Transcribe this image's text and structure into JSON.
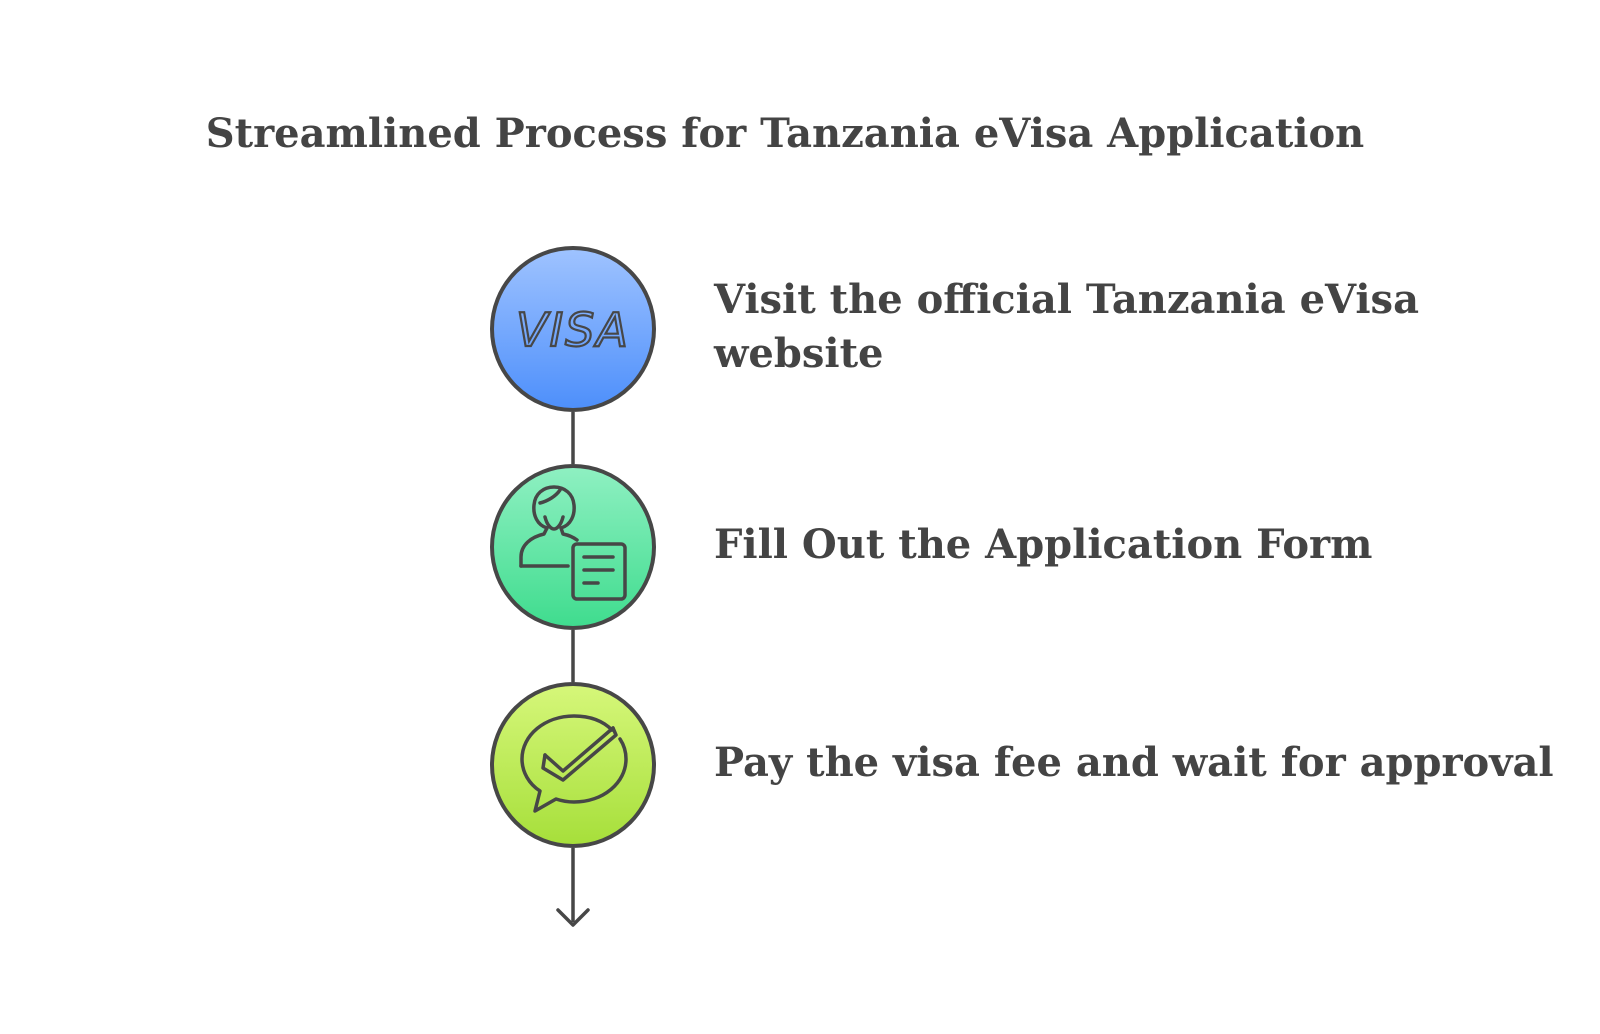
{
  "title": "Streamlined Process for Tanzania eVisa Application",
  "steps": [
    {
      "icon": "visa-icon",
      "icon_text": "VISA",
      "label_line1": "Visit the official Tanzania eVisa",
      "label_line2": "website",
      "color_top": "#9fc3ff",
      "color_bottom": "#4d8ffb"
    },
    {
      "icon": "person-form-icon",
      "label_line1": "Fill Out the Application Form",
      "color_top": "#8ff0c2",
      "color_bottom": "#3fdc8e"
    },
    {
      "icon": "chat-check-icon",
      "label_line1": "Pay the visa fee and wait for approval",
      "color_top": "#d6f77a",
      "color_bottom": "#a6df3a"
    }
  ],
  "colors": {
    "stroke": "#474747",
    "text": "#444444"
  }
}
